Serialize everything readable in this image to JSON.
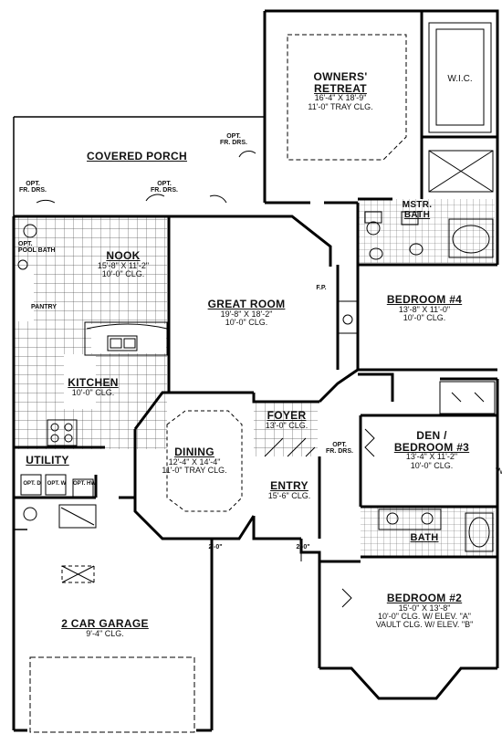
{
  "rooms": {
    "owners_retreat": {
      "name_line1": "OWNERS'",
      "name_line2": "RETREAT",
      "size": "16'-4\" X 18'-9\"",
      "ceiling": "11'-0\" TRAY CLG."
    },
    "wic": {
      "name": "W.I.C."
    },
    "covered_porch": {
      "name": "COVERED PORCH"
    },
    "mstr_bath": {
      "name_line1": "MSTR.",
      "name_line2": "BATH"
    },
    "nook": {
      "name": "NOOK",
      "size": "15'-8\" X 11'-2\"",
      "ceiling": "10'-0\" CLG."
    },
    "pool_bath": {
      "line1": "OPT.",
      "line2": "POOL BATH"
    },
    "pantry": {
      "name": "PANTRY"
    },
    "great_room": {
      "name": "GREAT ROOM",
      "size": "19'-8\" X 18'-2\"",
      "ceiling": "10'-0\" CLG."
    },
    "fireplace": {
      "name": "F.P."
    },
    "bedroom4": {
      "name": "BEDROOM #4",
      "size": "13'-8\" X 11'-0\"",
      "ceiling": "10'-0\" CLG."
    },
    "kitchen": {
      "name": "KITCHEN",
      "ceiling": "10'-0\" CLG."
    },
    "foyer": {
      "name": "FOYER",
      "ceiling": "13'-0\" CLG."
    },
    "den": {
      "name_line1": "DEN /",
      "name_line2": "BEDROOM #3",
      "size": "13'-4\" X 11'-2\"",
      "ceiling": "10'-0\" CLG."
    },
    "dining": {
      "name": "DINING",
      "size": "12'-4\" X 14'-4\"",
      "ceiling": "11'-0\" TRAY CLG."
    },
    "utility": {
      "name": "UTILITY"
    },
    "entry": {
      "name": "ENTRY",
      "ceiling": "15'-6\" CLG."
    },
    "bath": {
      "name": "BATH"
    },
    "bedroom2": {
      "name": "BEDROOM #2",
      "size": "15'-0\" X 13'-8\"",
      "line3": "10'-0\" CLG. W/ ELEV. \"A\"",
      "line4": "VAULT CLG. W/ ELEV. \"B\""
    },
    "garage": {
      "name": "2 CAR GARAGE",
      "ceiling": "9'-4\" CLG."
    }
  },
  "notes": {
    "opt_fr_drs": "OPT. FR. DRS.",
    "opt": "OPT.",
    "fr_drs": "FR. DRS.",
    "opt_d": "OPT. D",
    "opt_w": "OPT. W",
    "opt_dry": "OPT. DRY",
    "opt_hw": "OPT. HW",
    "dim_2_0": "2'-0\"",
    "elev_w": "W"
  }
}
